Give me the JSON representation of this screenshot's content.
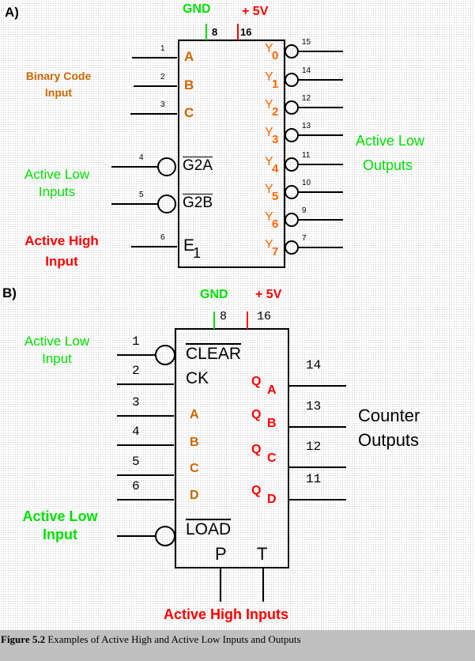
{
  "figure_a": {
    "label": "A)",
    "power": {
      "gnd": "GND",
      "vcc": "+ 5V",
      "gnd_pin": "8",
      "vcc_pin": "16"
    },
    "left_labels": {
      "binary_code": [
        "Binary Code",
        "Input"
      ],
      "active_low": [
        "Active Low",
        "Inputs"
      ],
      "active_high": [
        "Active High",
        "Input"
      ]
    },
    "inputs": [
      {
        "pin": "1",
        "name": "A",
        "inverted": false
      },
      {
        "pin": "2",
        "name": "B",
        "inverted": false
      },
      {
        "pin": "3",
        "name": "C",
        "inverted": false
      },
      {
        "pin": "4",
        "name": "G2A",
        "inverted": true
      },
      {
        "pin": "5",
        "name": "G2B",
        "inverted": true
      },
      {
        "pin": "6",
        "name": "E",
        "sub": "1",
        "inverted": false
      }
    ],
    "outputs": [
      {
        "pin": "15",
        "name": "Y",
        "sub": "0"
      },
      {
        "pin": "14",
        "name": "Y",
        "sub": "1"
      },
      {
        "pin": "12",
        "name": "Y",
        "sub": "2"
      },
      {
        "pin": "13",
        "name": "Y",
        "sub": "3"
      },
      {
        "pin": "11",
        "name": "Y",
        "sub": "4"
      },
      {
        "pin": "10",
        "name": "Y",
        "sub": "5"
      },
      {
        "pin": "9",
        "name": "Y",
        "sub": "6"
      },
      {
        "pin": "7",
        "name": "Y",
        "sub": "7"
      }
    ],
    "right_label": [
      "Active Low",
      "Outputs"
    ]
  },
  "figure_b": {
    "label": "B)",
    "power": {
      "gnd": "GND",
      "vcc": "+ 5V",
      "gnd_pin": "8",
      "vcc_pin": "16"
    },
    "left_labels": {
      "active_low_top": [
        "Active Low",
        "Input"
      ],
      "active_low_bottom": [
        "Active Low",
        "Input"
      ]
    },
    "inputs": [
      {
        "pin": "1",
        "name": "CLEAR",
        "inverted": true
      },
      {
        "pin": "2",
        "name": "CK",
        "inverted": false
      },
      {
        "pin": "3",
        "name": "A",
        "inverted": false
      },
      {
        "pin": "4",
        "name": "B",
        "inverted": false
      },
      {
        "pin": "5",
        "name": "C",
        "inverted": false
      },
      {
        "pin": "6",
        "name": "D",
        "inverted": false
      },
      {
        "pin": "",
        "name": "LOAD",
        "inverted": true
      }
    ],
    "outputs": [
      {
        "pin": "14",
        "name": "Q",
        "sub": "A"
      },
      {
        "pin": "13",
        "name": "Q",
        "sub": "B"
      },
      {
        "pin": "12",
        "name": "Q",
        "sub": "C"
      },
      {
        "pin": "11",
        "name": "Q",
        "sub": "D"
      }
    ],
    "right_label": [
      "Counter",
      "Outputs"
    ],
    "bottom_pins": [
      "P",
      "T"
    ],
    "bottom_label": "Active High Inputs"
  },
  "caption": {
    "prefix": "Figure 5.2",
    "text": " Examples of Active High and Active Low Inputs and Outputs"
  }
}
